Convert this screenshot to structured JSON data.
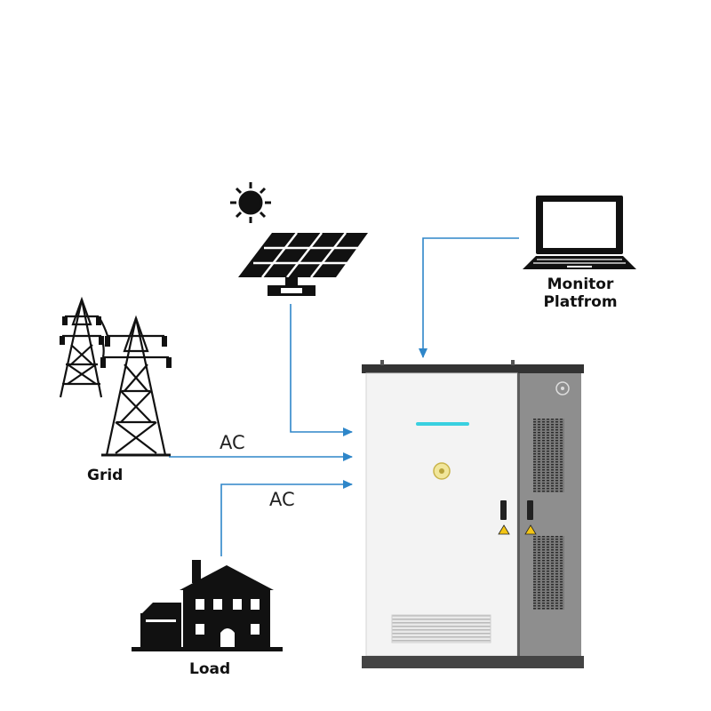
{
  "labels": {
    "grid": "Grid",
    "load": "Load",
    "monitor_line1": "Monitor",
    "monitor_line2": "Platfrom",
    "ac_grid": "AC",
    "ac_load": "AC"
  },
  "colors": {
    "arrow": "#2e86c9",
    "ink": "#111111",
    "cabinet_body": "#f2f2f2",
    "cabinet_side": "#8c8c8c",
    "indicator": "#39d0e0"
  }
}
